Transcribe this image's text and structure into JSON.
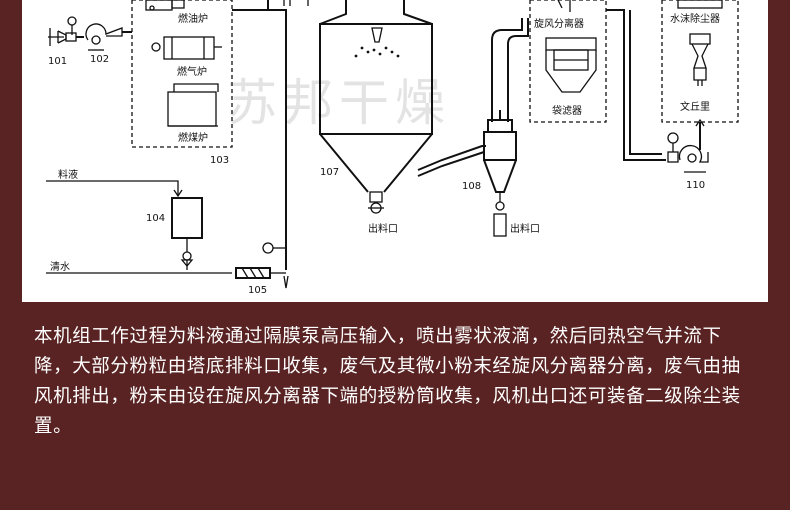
{
  "diagram": {
    "watermark": "苏邦干燥",
    "labels": {
      "n101": "101",
      "n102": "102",
      "n103": "103",
      "n104": "104",
      "n105": "105",
      "n107": "107",
      "n108": "108",
      "n110": "110",
      "oil_furnace": "燃油炉",
      "gas_furnace": "燃气炉",
      "coal_furnace": "燃煤炉",
      "feed_liquid": "料液",
      "clean_water": "清水",
      "cyclone": "旋风分离器",
      "bag_filter": "袋滤器",
      "foam_dust": "水沫除尘器",
      "venturi": "文丘里",
      "outlet_tower": "出料口",
      "outlet_cyclone": "出料口"
    }
  },
  "description": "本机组工作过程为料液通过隔膜泵高压输入，喷出雾状液滴，然后同热空气并流下降，大部分粉粒由塔底排料口收集，废气及其微小粉末经旋风分离器分离，废气由抽风机排出，粉末由设在旋风分离器下端的授粉筒收集，风机出口还可装备二级除尘装置。"
}
